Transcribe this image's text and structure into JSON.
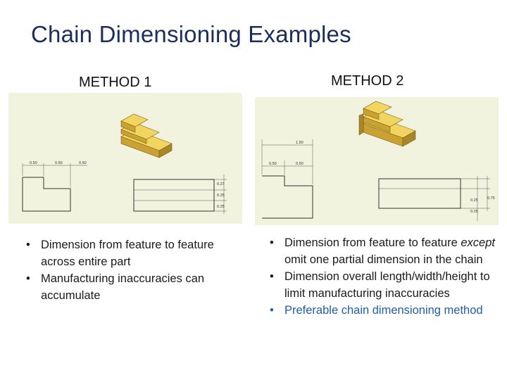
{
  "slide": {
    "title": "Chain Dimensioning Examples"
  },
  "method1": {
    "label": "METHOD 1",
    "dims_top": [
      "0.50",
      "0.50",
      "0.50"
    ],
    "dims_side": [
      "0.27",
      "0.25",
      "0.25"
    ],
    "bullets": [
      {
        "bullet": "•",
        "text": "Dimension from feature to feature across entire part"
      },
      {
        "bullet": "•",
        "text": "Manufacturing inaccuracies can accumulate"
      }
    ]
  },
  "method2": {
    "label": "METHOD 2",
    "dims_top": [
      "1.50",
      "0.50",
      "0.50"
    ],
    "dims_side": [
      "0.75",
      "0.25",
      "0.25"
    ],
    "bullets": [
      {
        "bullet": "•",
        "em": "except",
        "pre": "Dimension from feature to feature ",
        "post": " omit one partial dimension in the chain"
      },
      {
        "bullet": "•",
        "text": "Dimension overall length/width/height to limit manufacturing inaccuracies"
      },
      {
        "bullet": "•",
        "text": "Preferable chain dimensioning method",
        "color": "#1f5ea8"
      }
    ]
  },
  "colors": {
    "title": "#1c2f5c",
    "panel_bg": "#f1f3de",
    "stair_face": "#e8c84a",
    "stair_dark": "#a8862a",
    "accent_blue": "#1f5ea8"
  }
}
